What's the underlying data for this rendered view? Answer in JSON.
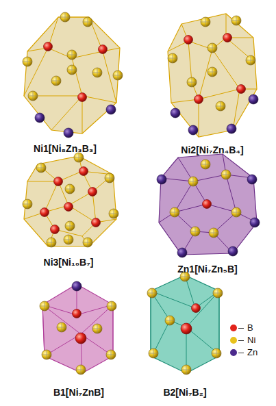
{
  "diagram": {
    "labels": [
      "Ni1[Ni₈Zn₃B₃]",
      "Ni2[Ni₇Zn₄B₄]",
      "Ni3[Ni₁₀B₇]",
      "Zn1[Ni₇Zn₅B]",
      "B1[Ni₇ZnB]",
      "B2[Ni₇B₂]"
    ],
    "legend": [
      {
        "text": "B",
        "color": "#e2231a"
      },
      {
        "text": "Ni",
        "color": "#e8c21c"
      },
      {
        "text": "Zn",
        "color": "#4b2a8c"
      }
    ]
  }
}
